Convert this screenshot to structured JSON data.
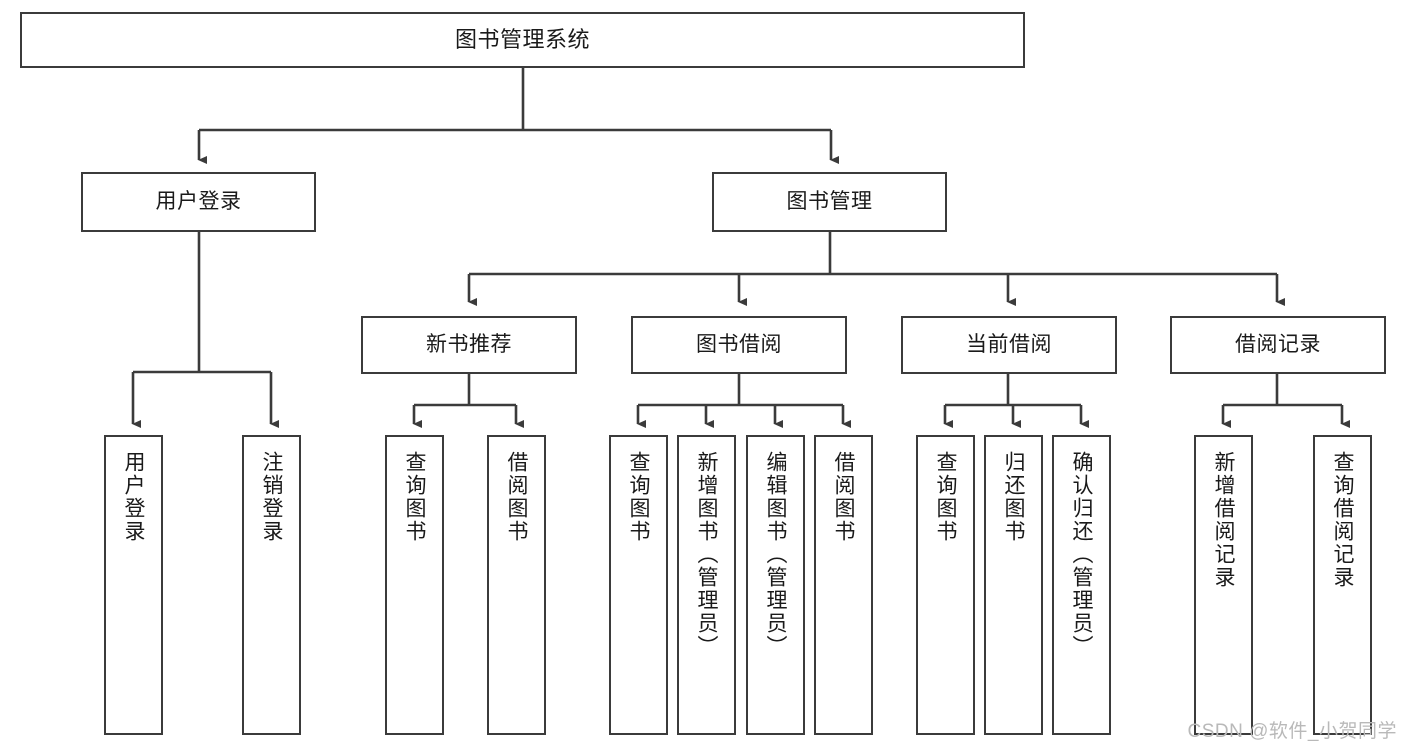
{
  "diagram": {
    "type": "tree-hierarchy-chart",
    "title": "图书管理系统",
    "watermark": "CSDN @软件_小贺同学",
    "colors": {
      "box_border": "#3b3b3b",
      "box_fill": "#ffffff",
      "connector": "#3b3b3b",
      "text": "#1a1a1a",
      "watermark": "#b9b9b9"
    },
    "levels": {
      "level1": [
        {
          "id": "root",
          "label": "图书管理系统",
          "orientation": "horizontal"
        }
      ],
      "level2": [
        {
          "id": "user-login",
          "label": "用户登录",
          "orientation": "horizontal",
          "parent": "root"
        },
        {
          "id": "book-manage",
          "label": "图书管理",
          "orientation": "horizontal",
          "parent": "root"
        }
      ],
      "level3": [
        {
          "id": "new-book-recommend",
          "label": "新书推荐",
          "orientation": "horizontal",
          "parent": "book-manage"
        },
        {
          "id": "book-borrow",
          "label": "图书借阅",
          "orientation": "horizontal",
          "parent": "book-manage"
        },
        {
          "id": "current-borrow",
          "label": "当前借阅",
          "orientation": "horizontal",
          "parent": "book-manage"
        },
        {
          "id": "borrow-record",
          "label": "借阅记录",
          "orientation": "horizontal",
          "parent": "book-manage"
        }
      ],
      "leaves": [
        {
          "id": "leaf-user-login",
          "label": "用户登录",
          "orientation": "vertical",
          "parent": "user-login"
        },
        {
          "id": "leaf-user-logout",
          "label": "注销登录",
          "orientation": "vertical",
          "parent": "user-login"
        },
        {
          "id": "leaf-query-book-1",
          "label": "查询图书",
          "orientation": "vertical",
          "parent": "new-book-recommend"
        },
        {
          "id": "leaf-borrow-book-1",
          "label": "借阅图书",
          "orientation": "vertical",
          "parent": "new-book-recommend"
        },
        {
          "id": "leaf-query-book-2",
          "label": "查询图书",
          "orientation": "vertical",
          "parent": "book-borrow"
        },
        {
          "id": "leaf-add-book-admin",
          "label": "新增图书（管理员）",
          "orientation": "vertical",
          "parent": "book-borrow"
        },
        {
          "id": "leaf-edit-book-admin",
          "label": "编辑图书（管理员）",
          "orientation": "vertical",
          "parent": "book-borrow"
        },
        {
          "id": "leaf-borrow-book-2",
          "label": "借阅图书",
          "orientation": "vertical",
          "parent": "book-borrow"
        },
        {
          "id": "leaf-query-book-3",
          "label": "查询图书",
          "orientation": "vertical",
          "parent": "current-borrow"
        },
        {
          "id": "leaf-return-book",
          "label": "归还图书",
          "orientation": "vertical",
          "parent": "current-borrow"
        },
        {
          "id": "leaf-confirm-return-admin",
          "label": "确认归还（管理员）",
          "orientation": "vertical",
          "parent": "current-borrow"
        },
        {
          "id": "leaf-add-borrow-record",
          "label": "新增借阅记录",
          "orientation": "vertical",
          "parent": "borrow-record"
        },
        {
          "id": "leaf-query-borrow-record",
          "label": "查询借阅记录",
          "orientation": "vertical",
          "parent": "borrow-record"
        }
      ]
    }
  }
}
